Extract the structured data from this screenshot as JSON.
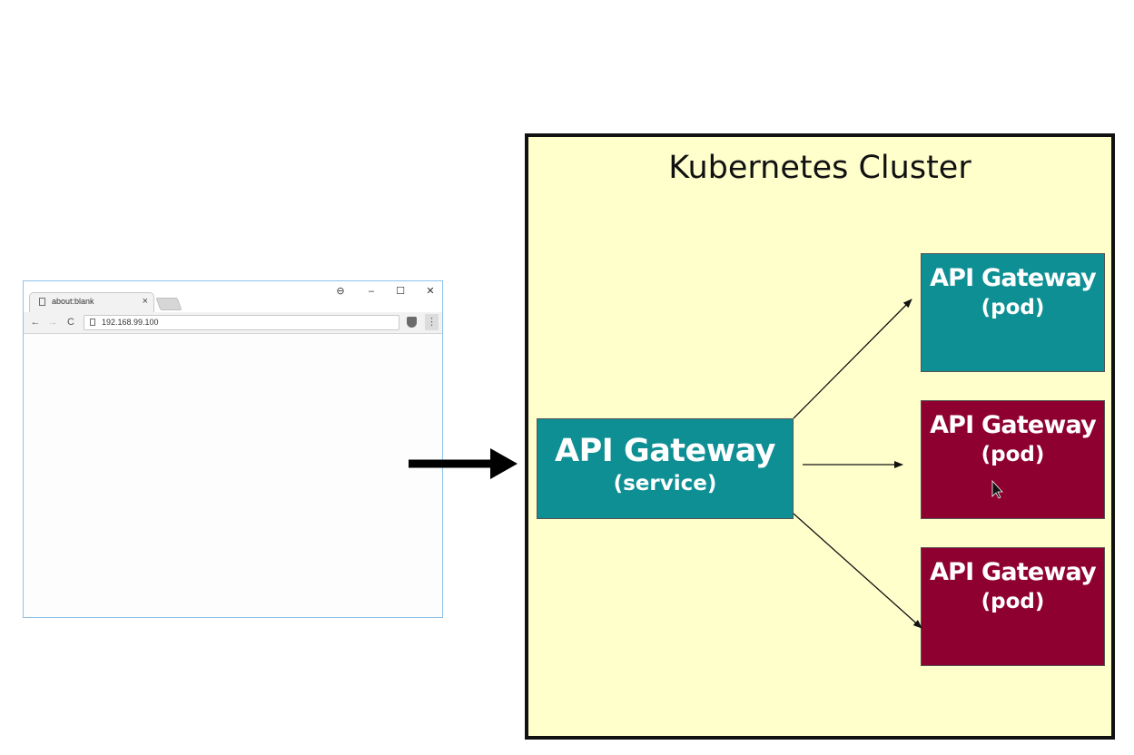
{
  "browser": {
    "tab_title": "about:blank",
    "tab_close": "×",
    "controls": {
      "profile": "⊖",
      "minimize": "–",
      "maximize": "☐",
      "close": "✕"
    },
    "nav": {
      "back": "←",
      "forward": "→",
      "reload": "C"
    },
    "address": "192.168.99.100",
    "menu": "⋮",
    "icons": [
      "page-icon",
      "shield-extension-icon"
    ]
  },
  "diagram": {
    "cluster_title": "Kubernetes Cluster",
    "service": {
      "title": "API Gateway",
      "subtitle": "(service)",
      "color": "#0e8f94"
    },
    "pods": [
      {
        "title": "API Gateway",
        "subtitle": "(pod)",
        "color": "#0e8f94"
      },
      {
        "title": "API Gateway",
        "subtitle": "(pod)",
        "color": "#8e0030"
      },
      {
        "title": "API Gateway",
        "subtitle": "(pod)",
        "color": "#8e0030"
      }
    ],
    "cluster_background": "#ffffcc"
  }
}
